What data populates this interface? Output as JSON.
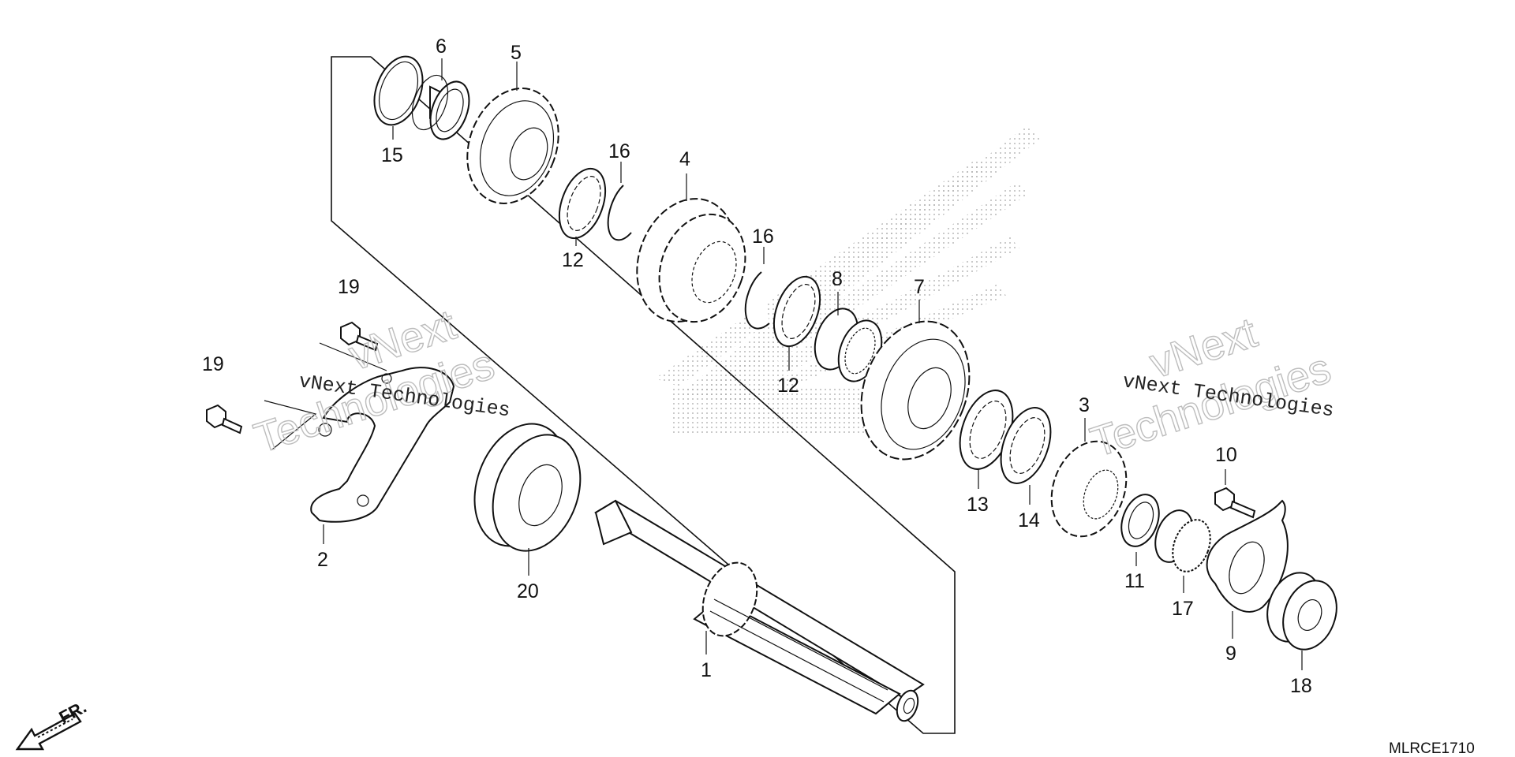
{
  "diagram": {
    "part_numbers": [
      "1",
      "2",
      "3",
      "4",
      "5",
      "6",
      "7",
      "8",
      "9",
      "10",
      "11",
      "12",
      "12",
      "13",
      "14",
      "15",
      "16",
      "16",
      "17",
      "18",
      "19",
      "19",
      "20"
    ],
    "diagram_code": "MLRCE1710",
    "direction_label": "FR.",
    "watermark": {
      "line1": "vNext Technologies",
      "outline_word1": "vNext",
      "outline_word2": "Technologies"
    },
    "colors": {
      "ink": "#111111",
      "watermark_outline": "#bdbdbd",
      "background": "#ffffff"
    }
  }
}
